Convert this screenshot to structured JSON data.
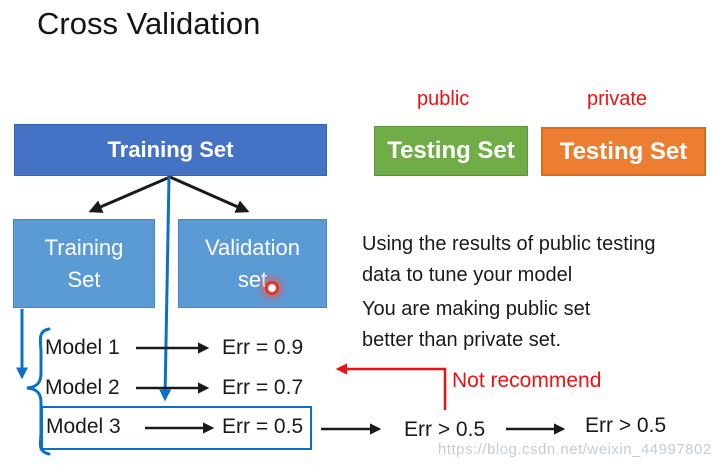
{
  "title": "Cross Validation",
  "colors": {
    "dark_blue_box": "#4472c4",
    "light_blue_box": "#5b9bd5",
    "green_box": "#70ad47",
    "orange_box": "#ed7d31",
    "ink_blue": "#0b70c8",
    "red": "#ee1111",
    "text_dark": "#1a1a1a",
    "watermark_gray": "#c6ccd5"
  },
  "testing": {
    "public_label": "public",
    "private_label": "private",
    "public_box_label": "Testing Set",
    "private_box_label": "Testing Set"
  },
  "training": {
    "top_box_label": "Training Set",
    "left_box_line1": "Training",
    "left_box_line2": "Set",
    "right_box_line1": "Validation",
    "right_box_line2": "set"
  },
  "models": [
    {
      "name": "Model 1",
      "err": "Err = 0.9"
    },
    {
      "name": "Model 2",
      "err": "Err = 0.7"
    },
    {
      "name": "Model 3",
      "err": "Err = 0.5"
    }
  ],
  "notes": {
    "p1_line1": "Using the results of public testing",
    "p1_line2": "data to tune your model",
    "p2_line1": "You are making public set",
    "p2_line2": "better than private set."
  },
  "flow": {
    "public_err": "Err > 0.5",
    "private_err": "Err > 0.5",
    "not_recommend": "Not recommend"
  },
  "watermark": "https://blog.csdn.net/weixin_44997802"
}
